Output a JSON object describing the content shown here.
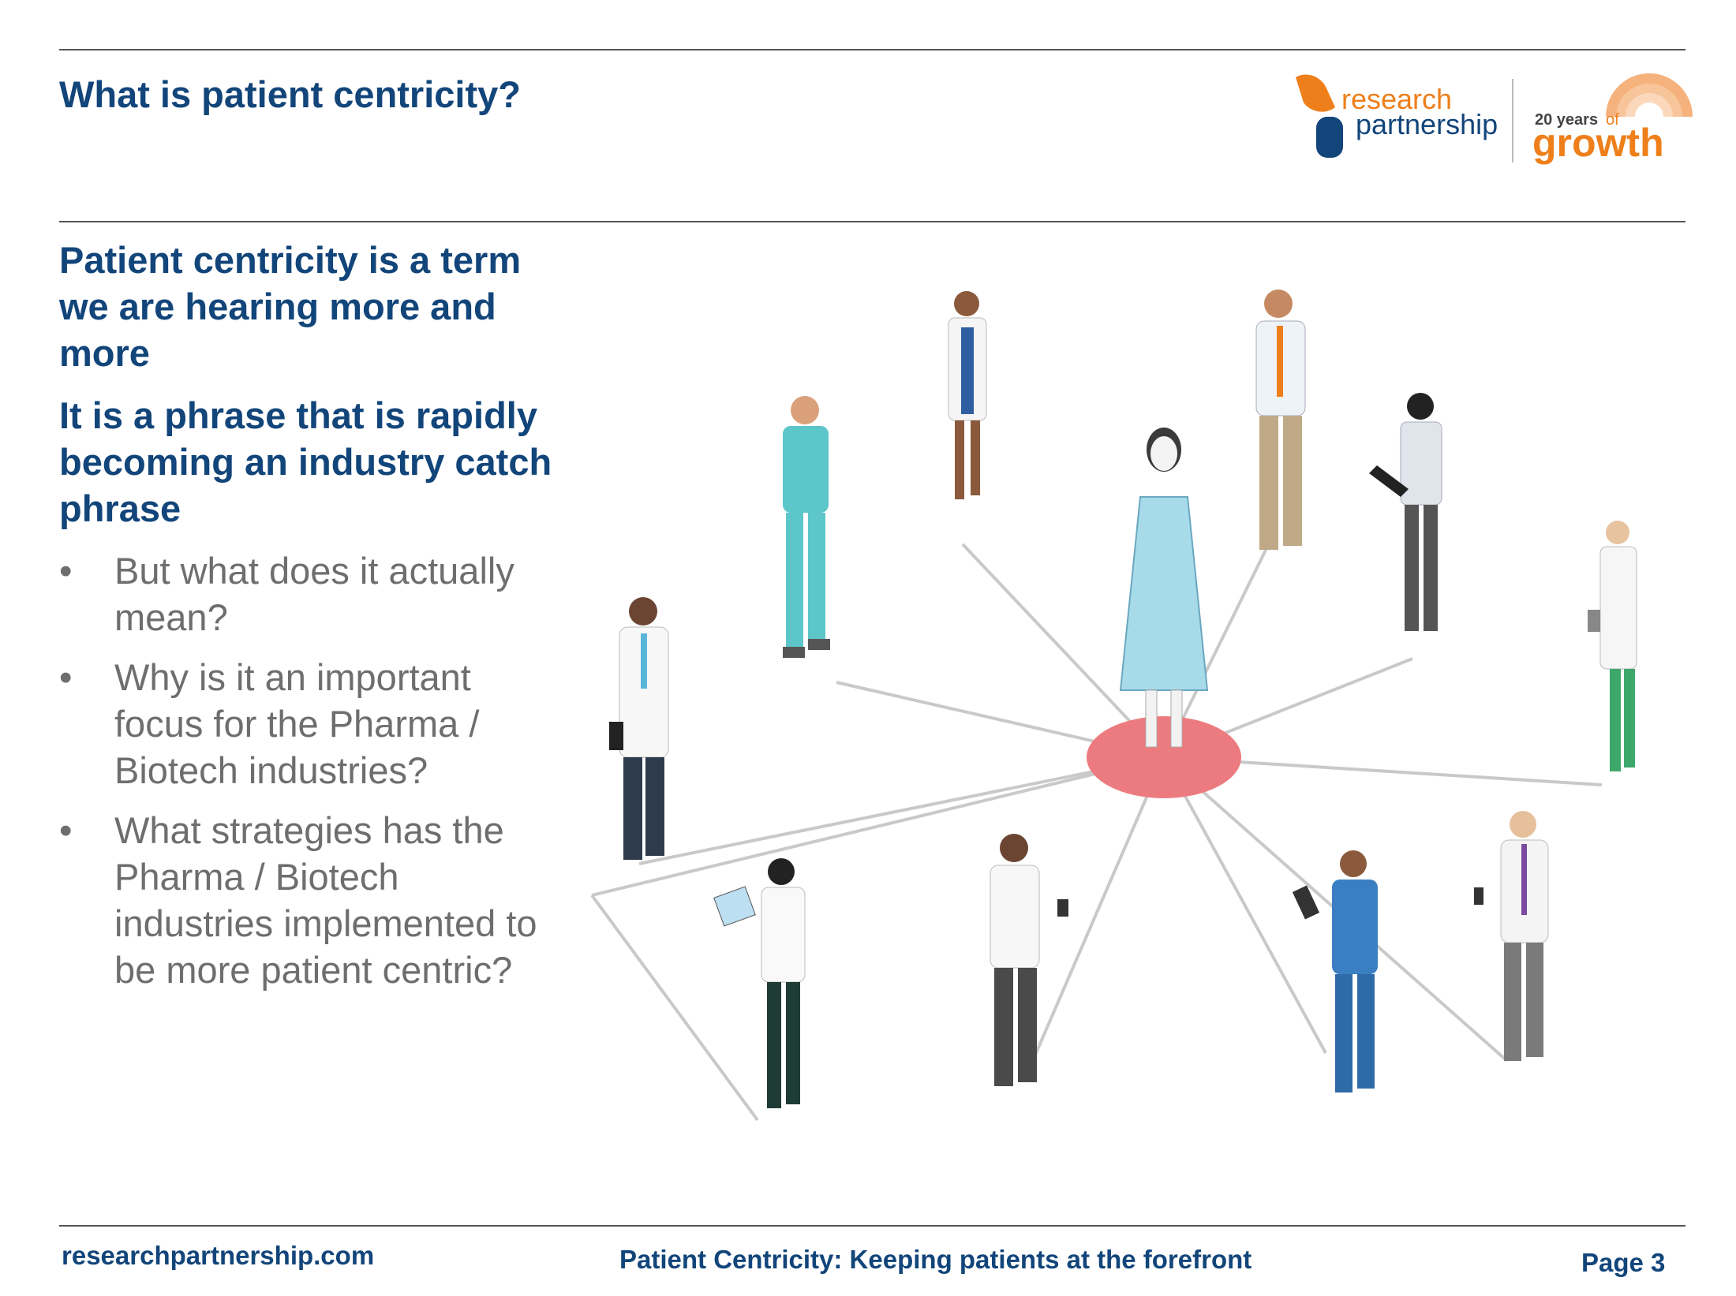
{
  "slide": {
    "title": "What is patient centricity?",
    "headlines": [
      "Patient centricity is a term we are hearing more and more",
      "It is a phrase that is rapidly becoming an industry catch phrase"
    ],
    "bullets": [
      "But what does it actually mean?",
      "Why is it an important focus for the Pharma / Biotech industries?",
      "What strategies has the Pharma / Biotech industries implemented to be more patient centric?"
    ],
    "bullet_glyph": "•"
  },
  "logo": {
    "word1": "research",
    "word2": "partnership",
    "tag_prefix": "20 years",
    "tag_of": "of",
    "tag_word": "growth",
    "colors": {
      "orange": "#ee7f1a",
      "navy": "#12457a"
    }
  },
  "footer": {
    "url": "researchpartnership.com",
    "title": "Patient Centricity: Keeping patients at the forefront",
    "page": "Page 3"
  },
  "illustration": {
    "hub_color": "#ec7b7f",
    "icon": "patient-network-illustration"
  }
}
